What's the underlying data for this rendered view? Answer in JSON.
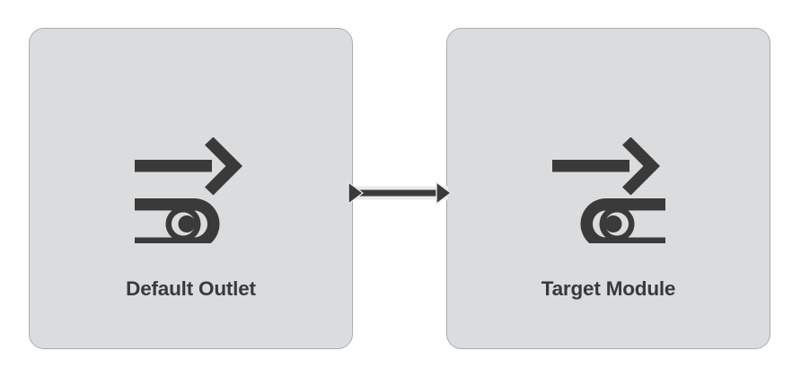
{
  "diagram": {
    "type": "flow-diagram",
    "background_color": "#ffffff",
    "node_fill_color": "#dadcdd",
    "node_border_color": "#a9adb1",
    "icon_color": "#3a3a3a",
    "label_color": "#373a3c",
    "edge_color": "#3a3a3a",
    "nodes": [
      {
        "id": "default-outlet",
        "label": "Default Outlet",
        "icon": "outlet-conveyor-right-icon"
      },
      {
        "id": "target-module",
        "label": "Target Module",
        "icon": "inlet-conveyor-left-icon"
      }
    ],
    "edges": [
      {
        "id": "edge-default-outlet-to-target-module",
        "from": "default-outlet",
        "to": "target-module",
        "label": "",
        "arrowhead_start": "triangle",
        "arrowhead_end": "triangle"
      }
    ]
  }
}
